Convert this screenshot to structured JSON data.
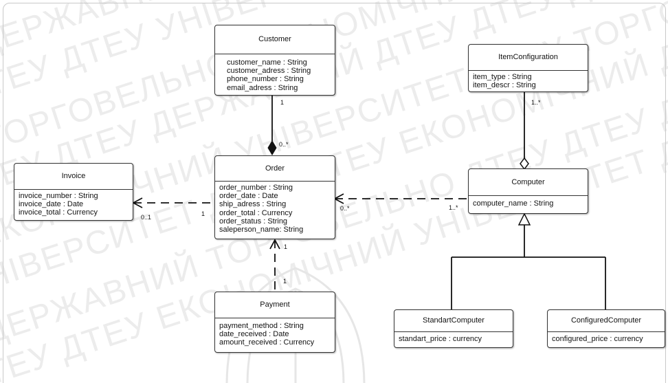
{
  "watermark": {
    "lines": [
      "ДЕРЖАВНИЙ ДТЕУ ДТЕУ ДЕРЖАВНИЙ ДТЕУ ЕКОНОМІЧНИЙ",
      "ДТЕУ ДТЕУ УНІВЕРСИТЕТ ДТЕУ ДТЕУ УНІВЕРСИТЕТ",
      "ТОРГОВЕЛЬНО ЕКОНОМІЧНИЙ ДТЕУ ДТЕУ ТОРГОВЕЛЬНО",
      "ДТЕУ ДТЕУ ДЕРЖАВНИЙ ДТЕУ ДТЕУ ДЕРЖАВНИЙ ДТЕУ",
      "ЕКОНОМІЧНИЙ УНІВЕРСИТЕТ ДТЕУ ТОРГОВЕЛЬНО",
      "УНІВЕРСИТЕТ ДТЕУ ДТЕУ ЕКОНОМІЧНИЙ ДТЕУ ДТЕУ",
      "ДЕРЖАВНИЙ ТОРГОВЕЛЬНО ДТЕУ ДТЕУ ДЕРЖАВНИЙ",
      "ДТЕУ ДТЕУ ЕКОНОМІЧНИЙ УНІВЕРСИТЕТ ДТЕУ ДТЕУ"
    ]
  },
  "classes": [
    {
      "id": "customer",
      "title": "Customer",
      "attributes": [
        "customer_name : String",
        "customer_adress : String",
        "phone_number : String",
        "email_adress : String"
      ]
    },
    {
      "id": "item-configuration",
      "title": "ItemConfiguration",
      "attributes": [
        "item_type : String",
        "item_descr : String"
      ]
    },
    {
      "id": "invoice",
      "title": "Invoice",
      "attributes": [
        "invoice_number : String",
        "invoice_date : Date",
        "invoice_total : Currency"
      ]
    },
    {
      "id": "order",
      "title": "Order",
      "attributes": [
        "order_number : String",
        "order_date : Date",
        "ship_adress : String",
        "order_total : Currency",
        "order_status : String",
        "saleperson_name: String"
      ]
    },
    {
      "id": "computer",
      "title": "Computer",
      "attributes": [
        "computer_name : String"
      ]
    },
    {
      "id": "payment",
      "title": "Payment",
      "attributes": [
        "payment_method : String",
        "date_received : Date",
        "amount_received : Currency"
      ]
    },
    {
      "id": "standart-computer",
      "title": "StandartComputer",
      "attributes": [
        "standart_price : currency"
      ]
    },
    {
      "id": "configured-computer",
      "title": "ConfiguredComputer",
      "attributes": [
        "configured_price : currency"
      ]
    }
  ],
  "multiplicities": {
    "customer_order_customer": "1",
    "customer_order_order": "0..*",
    "order_invoice_invoice": "0..1",
    "order_invoice_order": "1",
    "order_computer_order": "0..*",
    "order_computer_computer": "1..*",
    "order_payment_order": "1",
    "order_payment_payment": "1",
    "itemconfig_computer_item": "1..*"
  },
  "colors": {
    "line": "#111111",
    "box_border": "#333333",
    "watermark": "#ececec"
  }
}
